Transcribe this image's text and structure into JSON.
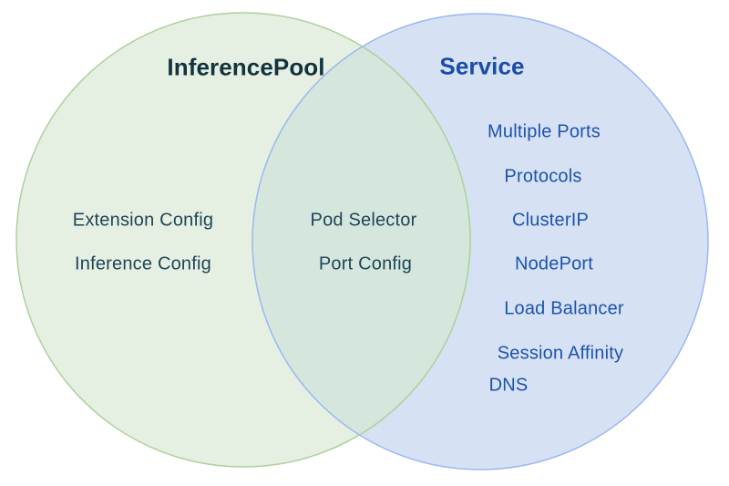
{
  "diagram": {
    "type": "venn",
    "left": {
      "title": "InferencePool",
      "items": [
        "Extension Config",
        "Inference Config"
      ],
      "fill_color": "#e5f0e2",
      "border_color": "#aed09c",
      "title_color": "#14333f",
      "text_color": "#1f4557"
    },
    "right": {
      "title": "Service",
      "items": [
        "Multiple Ports",
        "Protocols",
        "ClusterIP",
        "NodePort",
        "Load Balancer",
        "Session Affinity",
        "DNS"
      ],
      "fill_color": "#d6e1f3",
      "border_color": "#9ab8f2",
      "title_color": "#1b4ca8",
      "text_color": "#1d53ad"
    },
    "overlap": {
      "items": [
        "Pod Selector",
        "Port Config"
      ],
      "fill_color": "#d5e6dd",
      "text_color": "#1f4557"
    }
  }
}
